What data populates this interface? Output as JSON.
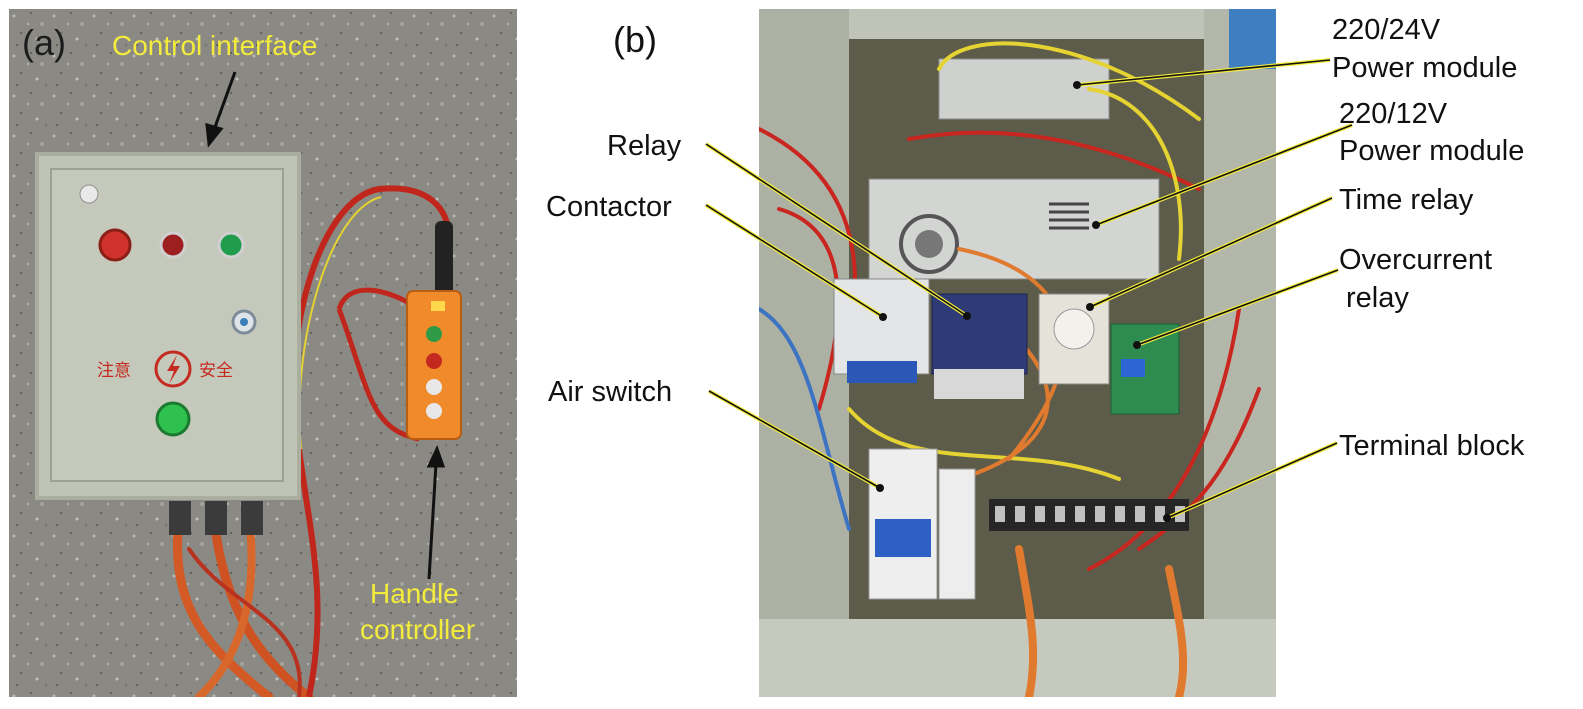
{
  "panel_a": {
    "label": "(a)",
    "control_interface": "Control interface",
    "warning_sign": "注意",
    "warning_sign_2": "安全",
    "handle_controller_line1": "Handle",
    "handle_controller_line2": "controller"
  },
  "panel_b": {
    "label": "(b)",
    "power24_line1": "220/24V",
    "power24_line2": "Power module",
    "power12_line1": "220/12V",
    "power12_line2": "Power module",
    "relay": "Relay",
    "contactor": "Contactor",
    "time_relay": "Time relay",
    "overcurrent_line1": "Overcurrent",
    "overcurrent_line2": "relay",
    "air_switch": "Air switch",
    "terminal_block": "Terminal block"
  },
  "colors": {
    "photo_a_bg": "#8d8b84",
    "box_gray": "#bcc1b2",
    "annotation_yellow": "#f3ec3c",
    "cabinet_gray": "#b9bdb1",
    "wire_red": "#c8261f",
    "wire_yellow": "#e4d332",
    "wire_orange": "#e07a2e"
  }
}
